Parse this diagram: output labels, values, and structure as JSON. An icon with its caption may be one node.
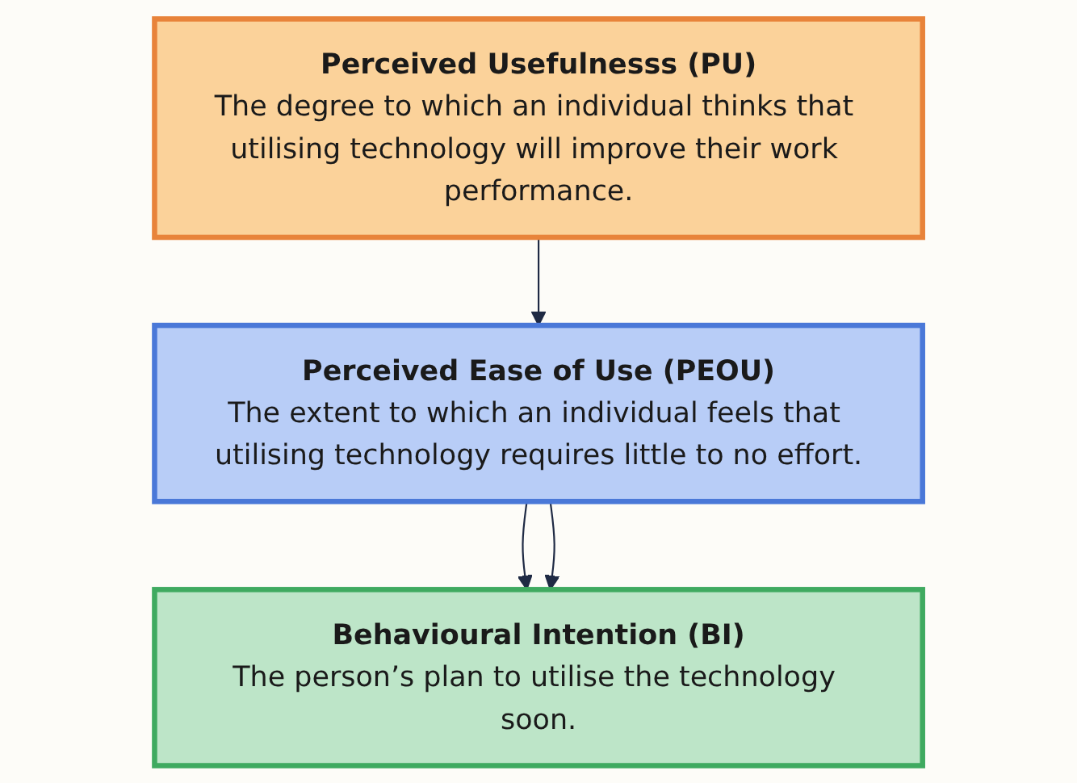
{
  "diagram": {
    "nodes": [
      {
        "text": [
          "Perceived Usefulnesss (PU)",
          "The degree to which an individual thinks that utilising technology will improve their work performance."
        ]
      },
      {
        "text": [
          "Perceived Ease of Use (PEOU)",
          "The extent to which an individual feels that utilising technology requires little to no effort."
        ]
      },
      {
        "text": [
          "Behavioural Intention (BI)",
          "The person’s plan to utilise the technology soon."
        ]
      }
    ],
    "edges": [
      {
        "from": 0,
        "to": 1,
        "arrow": "to"
      },
      {
        "from": 1,
        "to": 2,
        "arrow": "to"
      },
      {
        "from": 1,
        "to": 2,
        "arrow": "to"
      }
    ]
  }
}
